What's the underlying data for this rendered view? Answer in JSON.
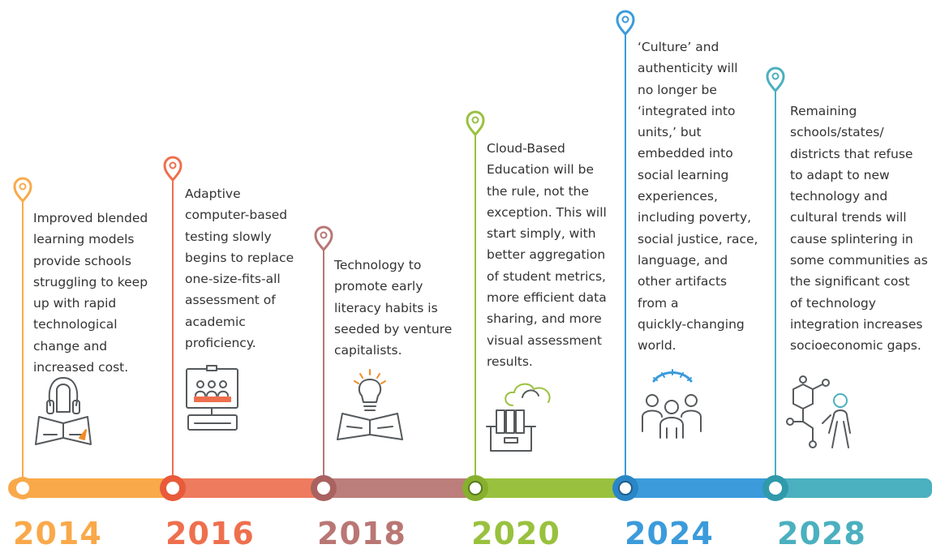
{
  "milestones": [
    {
      "year": "2014",
      "color": "#F9A94A",
      "icon": "person-reading-headphones-icon",
      "text": "Improved blended\nlearning models\nprovide schools\nstruggling to keep\nup with rapid\ntechnological\nchange and\nincreased cost."
    },
    {
      "year": "2016",
      "color": "#EE6F4E",
      "icon": "computer-classroom-icon",
      "text": "Adaptive\ncomputer-based\ntesting slowly\nbegins to replace\none-size-fits-all\nassessment of\nacademic\nproficiency."
    },
    {
      "year": "2018",
      "color": "#B97774",
      "icon": "lightbulb-book-icon",
      "text": "Technology to\npromote early\nliteracy habits is\nseeded by venture\ncapitalists."
    },
    {
      "year": "2020",
      "color": "#99C13E",
      "icon": "cloud-file-box-icon",
      "text": "Cloud-Based\nEducation will be\nthe rule, not the\nexception. This will\nstart simply, with\nbetter aggregation\nof student metrics,\nmore efficient data\nsharing, and more\nvisual assessment\nresults."
    },
    {
      "year": "2024",
      "color": "#3B9BDB",
      "icon": "people-group-icon",
      "text": "‘Culture’ and\nauthenticity will\nno longer be\n‘integrated into\nunits,’ but\nembedded into\nsocial learning\nexperiences,\nincluding poverty,\nsocial justice, race,\nlanguage, and\nother artifacts\nfrom a\nquickly-changing\nworld."
    },
    {
      "year": "2028",
      "color": "#4BB0BF",
      "icon": "molecule-person-icon",
      "text": "Remaining\nschools/states/\ndistricts that refuse\nto adapt to new\ntechnology and\ncultural trends will\ncause splintering in\nsome communities as\nthe significant cost\nof technology\nintegration increases\nsocioeconomic gaps."
    }
  ]
}
